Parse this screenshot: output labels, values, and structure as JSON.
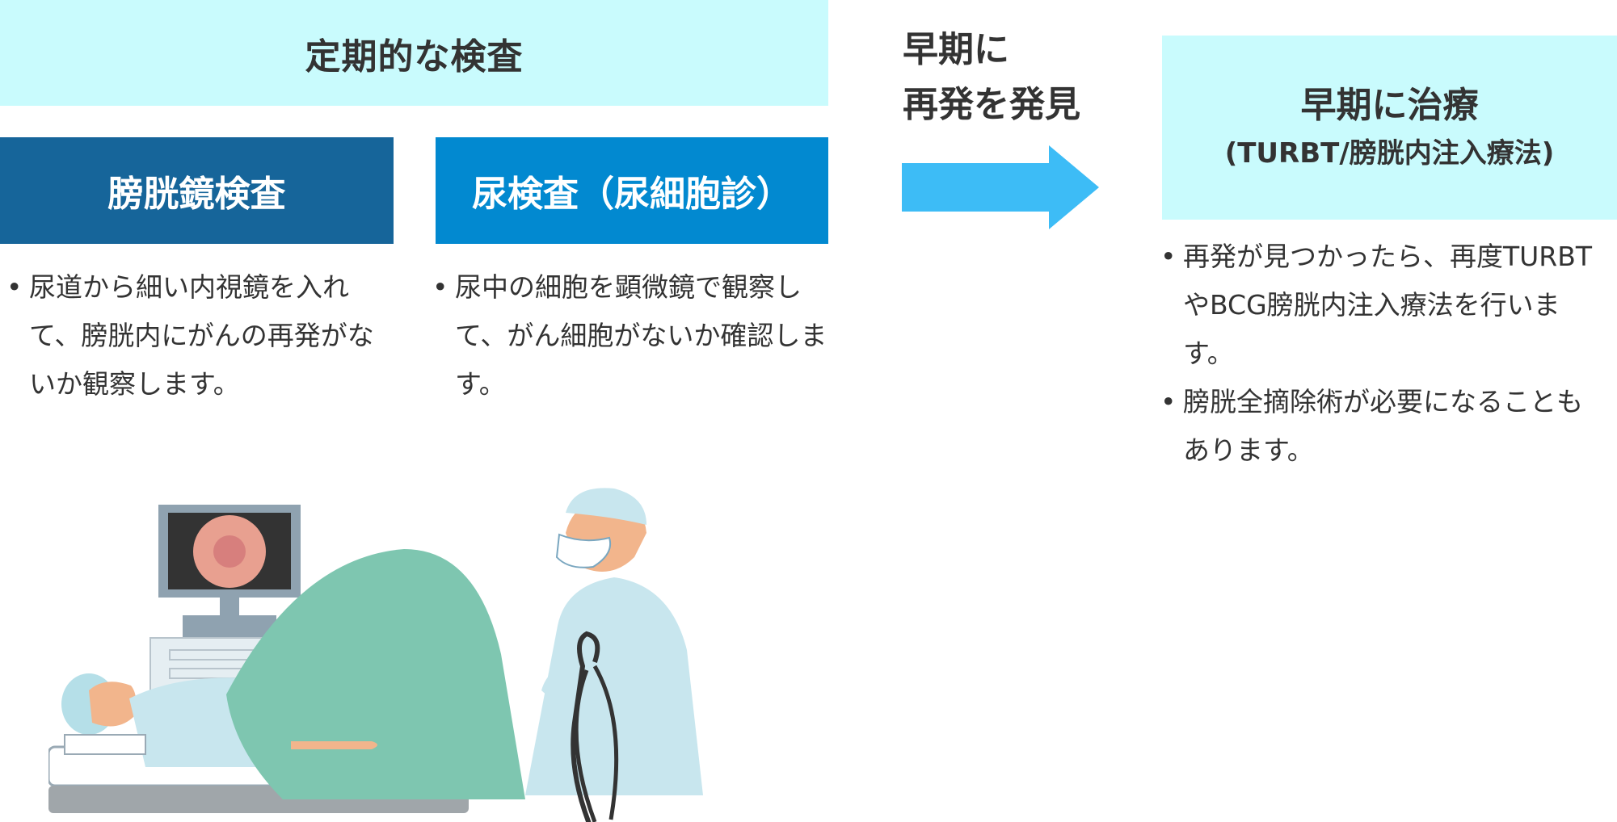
{
  "banner": {
    "title": "定期的な検査"
  },
  "cystoscopy": {
    "title": "膀胱鏡検査",
    "bullets": [
      "尿道から細い内視鏡を入れて、膀胱内にがんの再発がないか観察します。"
    ]
  },
  "urine_test": {
    "title": "尿検査（尿細胞診）",
    "bullets": [
      "尿中の細胞を顕微鏡で観察して、がん細胞がないか確認します。"
    ]
  },
  "arrow_label": {
    "line1": "早期に",
    "line2": "再発を発見"
  },
  "treatment": {
    "title": "早期に治療",
    "subtitle": "(TURBT/膀胱内注入療法)",
    "bullets": [
      "再発が見つかったら、再度TURBTやBCG膀胱内注入療法を行います。",
      "膀胱全摘除術が必要になることもあります。"
    ]
  },
  "colors": {
    "banner_bg": "#c9fbfd",
    "cystoscopy_bg": "#16659a",
    "urine_bg": "#0289d0",
    "arrow": "#3dbcf6",
    "drape": "#7ec6b0",
    "gown": "#c8e6ee"
  },
  "icons": [
    "right-arrow-icon",
    "endoscopy-illustration"
  ]
}
